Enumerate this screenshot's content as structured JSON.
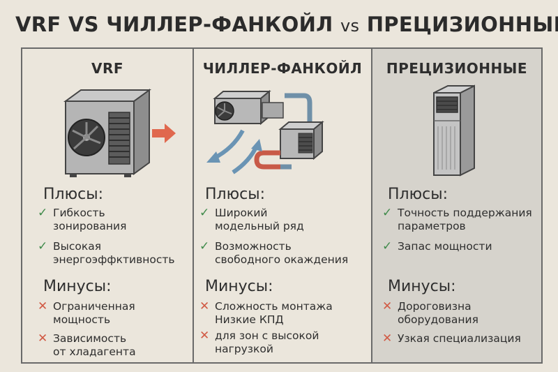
{
  "title": {
    "part1": "VRF VS ЧИЛЛЕР-ФАНКОЙЛ",
    "vs": "vs",
    "part2": "ПРЕЦИЗИОННЫЕ"
  },
  "colors": {
    "check": "#3f8a4a",
    "cross": "#d15a44",
    "arrow_orange": "#e0684e",
    "arrow_blue": "#6a94b4"
  },
  "columns": [
    {
      "title": "VRF",
      "pros_label": "Плюсы:",
      "pros": [
        "Гибкость\nзонирования",
        "Высокая\nэнергоэффктивность"
      ],
      "cons_label": "Минусы:",
      "cons": [
        "Ограниченная\nмощность",
        "Зависимость\nот хладагента"
      ]
    },
    {
      "title": "ЧИЛЛЕР-ФАНКОЙЛ",
      "pros_label": "Плюсы:",
      "pros": [
        "Широкий\nмодельный ряд",
        "Возможность\nсвободного окаждения"
      ],
      "cons_label": "Минусы:",
      "cons": [
        "Сложность монтажа\nНизкие КПД",
        "для зон с высокой\nнагрузкой"
      ]
    },
    {
      "title": "ПРЕЦИЗИОННЫЕ",
      "pros_label": "Плюсы:",
      "pros": [
        "Точность поддержания\nпараметров",
        "Запас мощности"
      ],
      "cons_label": "Минусы:",
      "cons": [
        "Дороговизна\nоборудования",
        "Узкая специализация"
      ]
    }
  ],
  "icons": {
    "pro": "checkmark-icon",
    "con": "cross-icon"
  }
}
